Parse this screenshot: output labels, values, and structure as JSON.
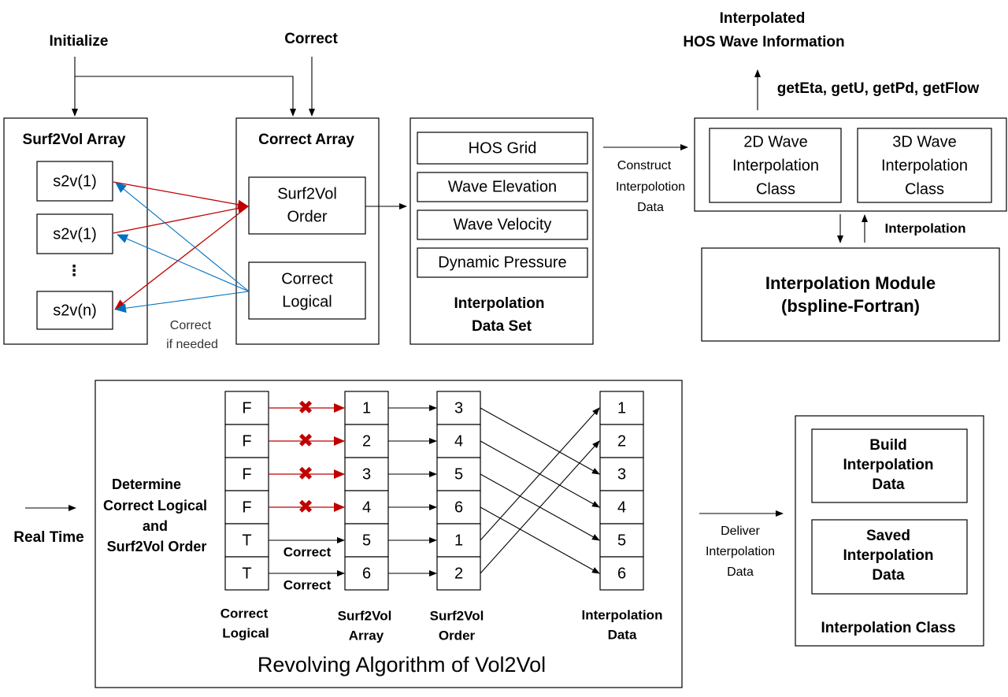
{
  "colors": {
    "red": "#c00000",
    "blue": "#0070c0"
  },
  "top": {
    "initialize": "Initialize",
    "correct": "Correct",
    "surf2vol_array": {
      "title": "Surf2Vol Array",
      "items": [
        "s2v(1)",
        "s2v(1)",
        "s2v(n)"
      ],
      "ellipsis": "⋮"
    },
    "correct_array": {
      "title": "Correct Array",
      "order": [
        "Surf2Vol",
        "Order"
      ],
      "logical": [
        "Correct",
        "Logical"
      ]
    },
    "correct_if_needed": [
      "Correct",
      "if needed"
    ],
    "data_set": {
      "items": [
        "HOS Grid",
        "Wave Elevation",
        "Wave Velocity",
        "Dynamic Pressure"
      ],
      "title": [
        "Interpolation",
        "Data Set"
      ]
    },
    "construct": [
      "Construct",
      "Interpolotion",
      "Data"
    ],
    "classes": {
      "c2d": [
        "2D Wave",
        "Interpolation",
        "Class"
      ],
      "c3d": [
        "3D Wave",
        "Interpolation",
        "Class"
      ]
    },
    "output_title": [
      "Interpolated",
      "HOS Wave Information"
    ],
    "getters": "getEta, getU, getPd, getFlow",
    "interpolation_label": "Interpolation",
    "module": [
      "Interpolation Module",
      "(bspline-Fortran)"
    ]
  },
  "bottom": {
    "real_time": "Real Time",
    "determine": [
      "Determine",
      "Correct Logical",
      "and",
      "Surf2Vol Order"
    ],
    "correct_logical": [
      "F",
      "F",
      "F",
      "F",
      "T",
      "T"
    ],
    "surf2vol_array": [
      "1",
      "2",
      "3",
      "4",
      "5",
      "6"
    ],
    "surf2vol_order": [
      "3",
      "4",
      "5",
      "6",
      "1",
      "2"
    ],
    "interpolation_data": [
      "1",
      "2",
      "3",
      "4",
      "5",
      "6"
    ],
    "correct_label": "Correct",
    "col_labels": {
      "logical": [
        "Correct",
        "Logical"
      ],
      "array": [
        "Surf2Vol",
        "Array"
      ],
      "order": [
        "Surf2Vol",
        "Order"
      ],
      "interp": [
        "Interpolation",
        "Data"
      ]
    },
    "caption": "Revolving Algorithm of Vol2Vol",
    "deliver": [
      "Deliver",
      "Interpolation",
      "Data"
    ],
    "class_box": {
      "build": [
        "Build",
        "Interpolation",
        "Data"
      ],
      "saved": [
        "Saved",
        "Interpolation",
        "Data"
      ],
      "title": "Interpolation Class"
    }
  }
}
